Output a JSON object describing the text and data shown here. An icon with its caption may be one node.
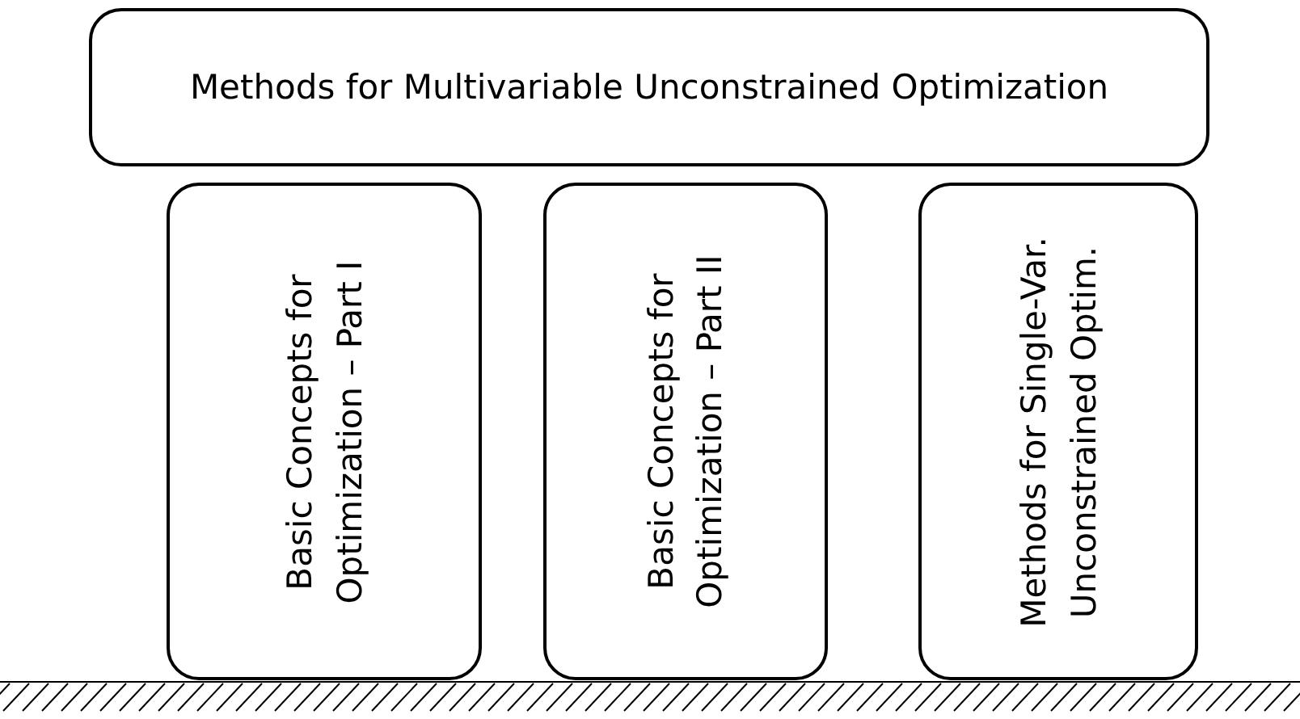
{
  "diagram": {
    "nodes": [
      {
        "text": [
          "Methods for Multivariable Unconstrained Optimization"
        ]
      },
      {
        "text": [
          "Basic Concepts for Optimization – Part I"
        ]
      },
      {
        "text": [
          "Basic Concepts for Optimization – Part II"
        ]
      },
      {
        "text": [
          "Methods for Single-Var. Unconstrained Optim."
        ]
      }
    ]
  }
}
